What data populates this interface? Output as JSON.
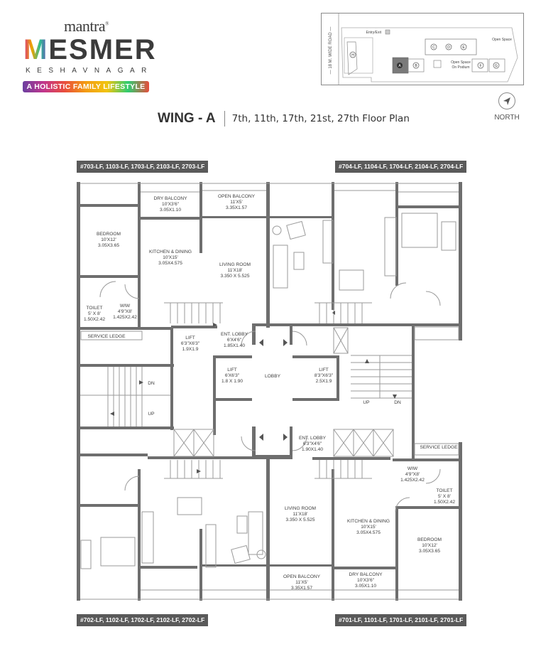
{
  "brand": {
    "parent": "mantra",
    "name": "MESMER",
    "location": "KESHAVNAGAR",
    "tagline": "A HOLISTIC FAMILY LIFESTYLE"
  },
  "key_plan": {
    "road_label": "— 18 M. WIDE ROAD —",
    "entry_label": "Entry/Exit",
    "open_space_label": "Open Space",
    "podium_label_1": "Open Space",
    "podium_label_2": "On Podium",
    "wings": [
      "A",
      "B",
      "C",
      "D",
      "E",
      "F",
      "G",
      "H"
    ],
    "highlighted_wing": "A"
  },
  "header": {
    "wing_title": "WING - A",
    "floor_plan_title": "7th, 11th, 17th, 21st, 27th Floor Plan",
    "compass_label": "NORTH"
  },
  "unit_tags": {
    "top_left": "#703-LF, 1103-LF, 1703-LF, 2103-LF, 2703-LF",
    "top_right": "#704-LF, 1104-LF, 1704-LF, 2104-LF, 2704-LF",
    "bottom_left": "#702-LF, 1102-LF, 1702-LF, 2102-LF, 2702-LF",
    "bottom_right": "#701-LF, 1101-LF, 1701-LF, 2101-LF, 2701-LF"
  },
  "rooms": {
    "tl_dry_balcony": [
      "DRY BALCONY",
      "10'X3'6\"",
      "3.05X1.10"
    ],
    "tl_open_balcony": [
      "OPEN BALCONY",
      "11'X5'",
      "3.35X1.57"
    ],
    "tl_bedroom": [
      "BEDROOM",
      "10'X12'",
      "3.05X3.65"
    ],
    "tl_kitchen": [
      "KITCHEN & DINING",
      "10'X15'",
      "3.05X4.575"
    ],
    "tl_living": [
      "LIVING ROOM",
      "11'X18'",
      "3.350 X 5.525"
    ],
    "tl_toilet": [
      "TOILET",
      "5' X 8'",
      "1.50X2.42"
    ],
    "tl_wiw": [
      "WIW",
      "4'9\"X8'",
      "1.425X2.42"
    ],
    "tl_service_ledge": [
      "SERVICE LEDGE"
    ],
    "lift_1": [
      "LIFT",
      "6'3\"X6'3\"",
      "1.9X1.9"
    ],
    "ent_lobby_top": [
      "ENT. LOBBY",
      "6'X4'6\"",
      "1.85X1.40"
    ],
    "lift_2": [
      "LIFT",
      "6'X6'3\"",
      "1.8 X 1.90"
    ],
    "lobby": [
      "LOBBY"
    ],
    "lift_3": [
      "LIFT",
      "8'3\"X6'3\"",
      "2.5X1.9"
    ],
    "stair_left_dn": [
      "DN"
    ],
    "stair_left_up": [
      "UP"
    ],
    "stair_right_up": [
      "UP"
    ],
    "stair_right_dn": [
      "DN"
    ],
    "ent_lobby_bottom": [
      "ENT. LOBBY",
      "6'3\"X4'6\"",
      "1.90X1.40"
    ],
    "br_service_ledge": [
      "SERVICE LEDGE"
    ],
    "br_wiw": [
      "WIW",
      "4'9\"X8'",
      "1.425X2.42"
    ],
    "br_toilet": [
      "TOILET",
      "5' X 8'",
      "1.50X2.42"
    ],
    "br_living": [
      "LIVING ROOM",
      "11'X18'",
      "3.350 X 5.525"
    ],
    "br_kitchen": [
      "KITCHEN & DINING",
      "10'X15'",
      "3.05X4.575"
    ],
    "br_bedroom": [
      "BEDROOM",
      "10'X12'",
      "3.05X3.65"
    ],
    "br_open_balcony": [
      "OPEN BALCONY",
      "11'X5'",
      "3.35X1.57"
    ],
    "br_dry_balcony": [
      "DRY BALCONY",
      "10'X3'6\"",
      "3.05X1.10"
    ]
  },
  "colors": {
    "wall": "#6e6e6e",
    "thin_line": "#9a9a9a",
    "unit_tag_bg": "#5a5a5a",
    "highlight_wing": "#7a7a7a"
  }
}
